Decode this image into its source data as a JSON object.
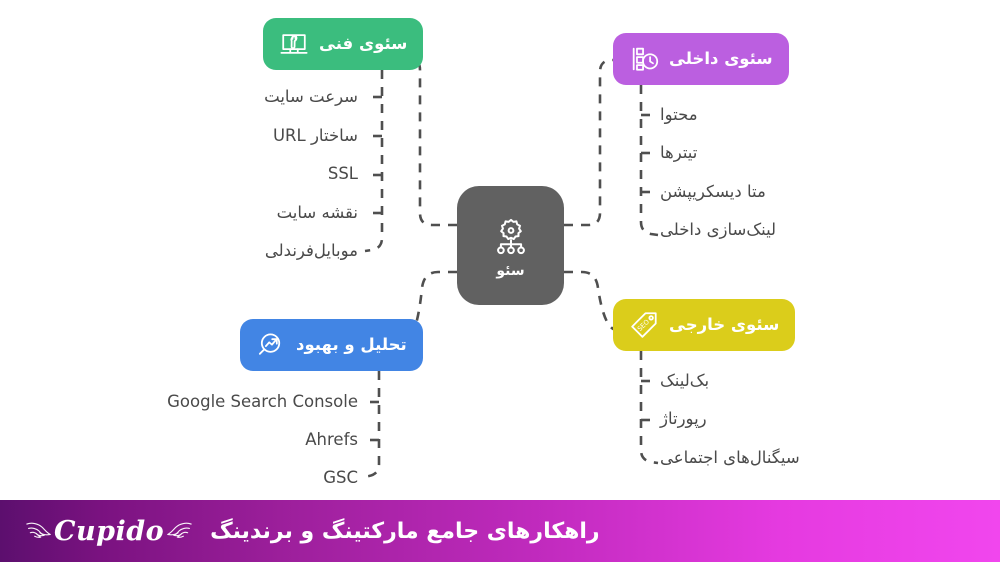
{
  "center": {
    "label": "سئو",
    "icon": "seo-hierarchy-gear-icon",
    "color": "#616161"
  },
  "branches": [
    {
      "id": "tech",
      "title": "سئوی فنی",
      "icon": "monitor-wrench-icon",
      "color": "#3BBD7E",
      "items": [
        "سرعت سایت",
        "ساختار URL",
        "SSL",
        "نقشه سایت",
        "موبایل‌فرندلی"
      ]
    },
    {
      "id": "onpage",
      "title": "سئوی داخلی",
      "icon": "list-clock-icon",
      "color": "#BB5FE0",
      "items": [
        "محتوا",
        "تیترها",
        "متا دیسکریپشن",
        "لینک‌سازی داخلی"
      ]
    },
    {
      "id": "offpage",
      "title": "سئوی خارجی",
      "icon": "seo-tag-icon",
      "color": "#DBCD1B",
      "items": [
        "بک‌لینک",
        "رپورتاژ",
        "سیگنال‌های اجتماعی"
      ]
    },
    {
      "id": "analytics",
      "title": "تحلیل و بهبود",
      "icon": "magnifier-growth-arrow-icon",
      "color": "#4285E4",
      "items": [
        "Google Search Console",
        "Ahrefs",
        "GSC"
      ]
    }
  ],
  "banner": {
    "tagline": "راهکارهای جامع مارکتینگ و برندینگ",
    "brand_name": "Cupido",
    "left_wing_icon": "wing-left-icon",
    "right_wing_icon": "wing-right-icon",
    "gradient_start": "#5c0f6e",
    "gradient_end": "#f146ee"
  },
  "connector": {
    "color": "#4f4f4f",
    "style": "dashed"
  }
}
